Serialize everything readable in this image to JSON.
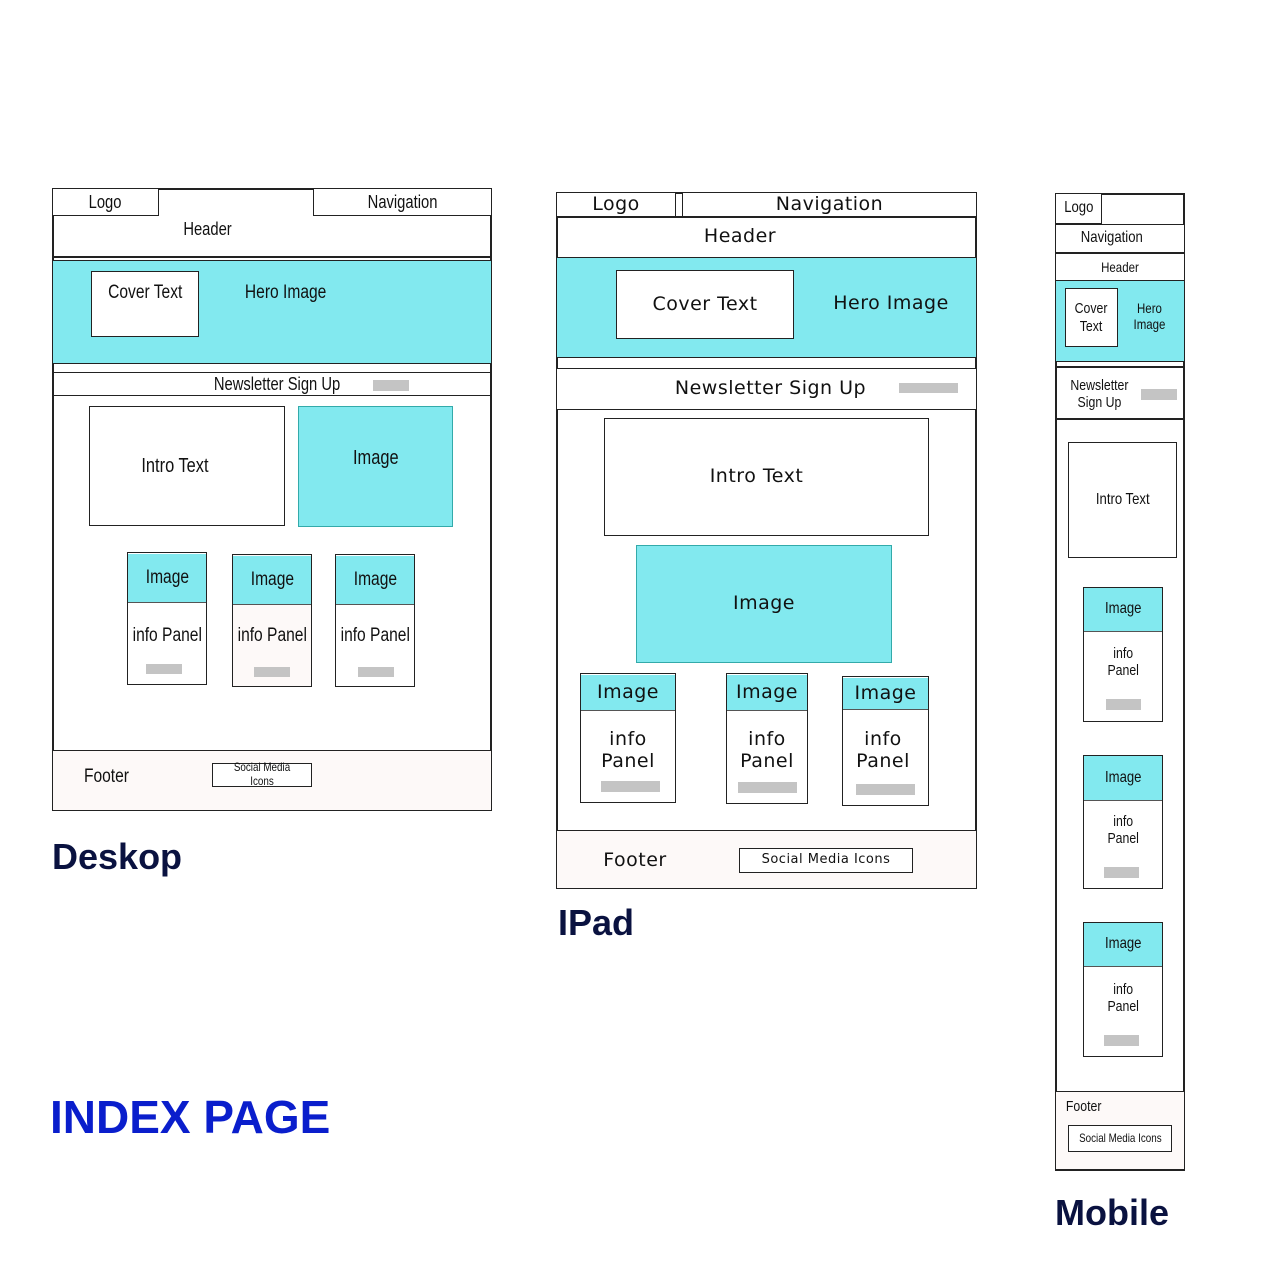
{
  "page_title": "INDEX PAGE",
  "desktop": {
    "caption": "Deskop",
    "logo": "Logo",
    "navigation": "Navigation",
    "header": "Header",
    "cover_text": "Cover Text",
    "hero_image": "Hero Image",
    "newsletter": "Newsletter Sign Up",
    "intro_text": "Intro Text",
    "image": "Image",
    "cards": [
      {
        "image": "Image",
        "panel": "info Panel"
      },
      {
        "image": "Image",
        "panel": "info Panel"
      },
      {
        "image": "Image",
        "panel": "info Panel"
      }
    ],
    "footer": "Footer",
    "social": "Social Media Icons"
  },
  "ipad": {
    "caption": "IPad",
    "logo": "Logo",
    "navigation": "Navigation",
    "header": "Header",
    "cover_text": "Cover Text",
    "hero_image": "Hero Image",
    "newsletter": "Newsletter Sign Up",
    "intro_text": "Intro Text",
    "image": "Image",
    "cards": [
      {
        "image": "Image",
        "panel": "info\nPanel"
      },
      {
        "image": "Image",
        "panel": "info\nPanel"
      },
      {
        "image": "Image",
        "panel": "info\nPanel"
      }
    ],
    "footer": "Footer",
    "social": "Social Media Icons"
  },
  "mobile": {
    "caption": "Mobile",
    "logo": "Logo",
    "navigation": "Navigation",
    "header": "Header",
    "cover_text": "Cover\nText",
    "hero_image": "Hero\nImage",
    "newsletter": "Newsletter\nSign Up",
    "intro_text": "Intro Text",
    "cards": [
      {
        "image": "Image",
        "panel": "info\nPanel"
      },
      {
        "image": "Image",
        "panel": "info\nPanel"
      },
      {
        "image": "Image",
        "panel": "info\nPanel"
      }
    ],
    "footer": "Footer",
    "social": "Social Media Icons"
  }
}
